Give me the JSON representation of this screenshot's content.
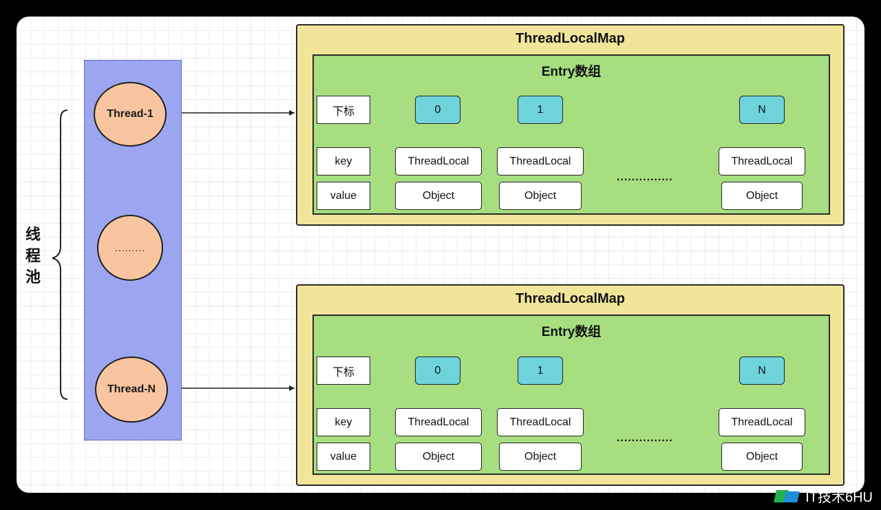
{
  "thread_pool": {
    "label": "线程池",
    "label_chars": [
      "线",
      "程",
      "池"
    ],
    "threads": [
      "Thread-1",
      ".........",
      "Thread-N"
    ]
  },
  "maps": [
    {
      "title": "ThreadLocalMap",
      "entry_title": "Entry数组",
      "row_labels": {
        "index": "下标",
        "key": "key",
        "value": "value"
      },
      "columns": [
        {
          "index": "0",
          "key": "ThreadLocal",
          "value": "Object"
        },
        {
          "index": "1",
          "key": "ThreadLocal",
          "value": "Object"
        },
        {
          "index": "N",
          "key": "ThreadLocal",
          "value": "Object"
        }
      ],
      "ellipsis": "..............."
    },
    {
      "title": "ThreadLocalMap",
      "entry_title": "Entry数组",
      "row_labels": {
        "index": "下标",
        "key": "key",
        "value": "value"
      },
      "columns": [
        {
          "index": "0",
          "key": "ThreadLocal",
          "value": "Object"
        },
        {
          "index": "1",
          "key": "ThreadLocal",
          "value": "Object"
        },
        {
          "index": "N",
          "key": "ThreadLocal",
          "value": "Object"
        }
      ],
      "ellipsis": "..............."
    }
  ],
  "watermark": {
    "text": "IT技术6HU"
  },
  "colors": {
    "pool": "#9ca5f0",
    "thread": "#f8c5a0",
    "map": "#f1e59a",
    "entry": "#a6de80",
    "index_box": "#6fd3dc"
  }
}
